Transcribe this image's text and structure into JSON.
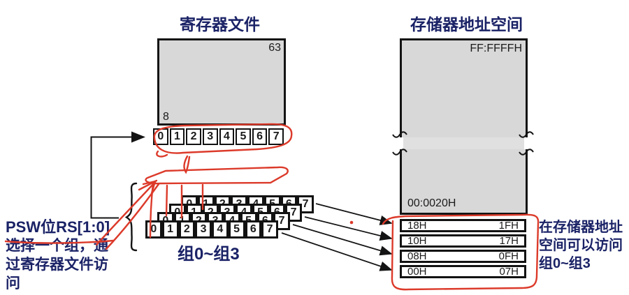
{
  "register_file": {
    "title": "寄存器文件",
    "top_index": "63",
    "bottom_index": "8",
    "cells": [
      "0",
      "1",
      "2",
      "3",
      "4",
      "5",
      "6",
      "7"
    ]
  },
  "banks": {
    "cells": [
      "0",
      "1",
      "2",
      "3",
      "4",
      "5",
      "6",
      "7"
    ],
    "count": 4,
    "label": "组0~组3"
  },
  "memory": {
    "title": "存储器地址空间",
    "top_address": "FF:FFFFH",
    "bottom_address": "00:0020H",
    "rows": [
      {
        "start": "18H",
        "end": "1FH"
      },
      {
        "start": "10H",
        "end": "17H"
      },
      {
        "start": "08H",
        "end": "0FH"
      },
      {
        "start": "00H",
        "end": "07H"
      }
    ],
    "side_note": "在存储器地址空间可以访问组0~组3"
  },
  "annotations": {
    "psw_title": "PSW位RS[1:0]",
    "psw_body": "选择一个组，通过寄存器文件访问"
  },
  "colors": {
    "navy": "#1a2266",
    "red": "#dc3a2a",
    "box_gray": "#d8d8d8",
    "ink": "#141414"
  }
}
